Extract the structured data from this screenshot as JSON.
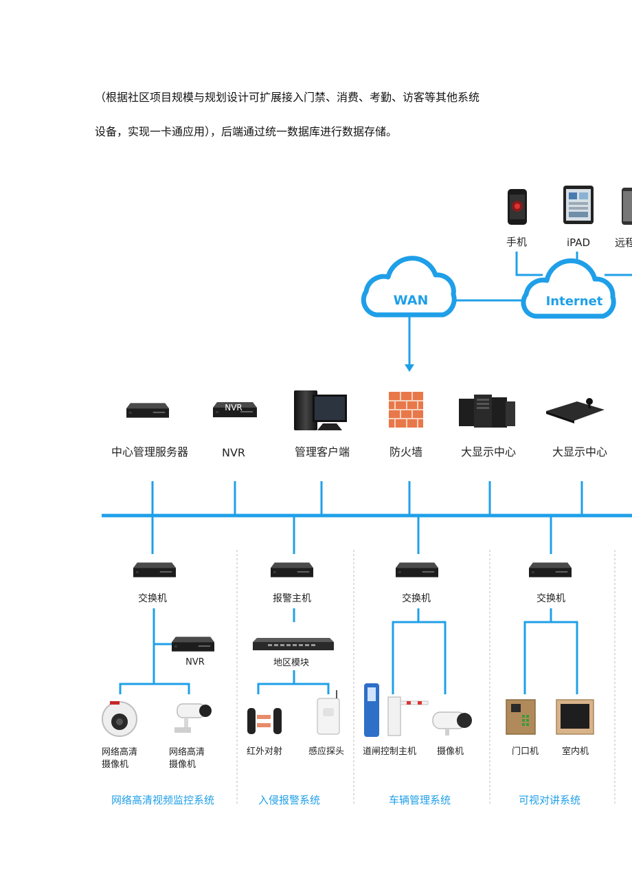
{
  "paragraph": {
    "line1": "（根据社区项目规模与规划设计可扩展接入门禁、消费、考勤、访客等其他系统",
    "line2": "设备，实现一卡通应用），后端通过统一数据库进行数据存储。"
  },
  "remote": {
    "phone": "手机",
    "ipad": "iPAD",
    "remote_partial": "远程"
  },
  "clouds": {
    "wan": "WAN",
    "internet": "Internet"
  },
  "core_devices": [
    {
      "label": "中心管理服务器"
    },
    {
      "label": "NVR",
      "badge": "NVR"
    },
    {
      "label": "管理客户端"
    },
    {
      "label": "防火墙"
    },
    {
      "label": "大显示中心"
    },
    {
      "label": "大显示中心"
    }
  ],
  "subsystems": {
    "video": {
      "switch": "交换机",
      "nvr": "NVR",
      "cam1": [
        "网络高清",
        "摄像机"
      ],
      "cam2": [
        "网络高清",
        "摄像机"
      ],
      "title": "网络高清视频监控系统"
    },
    "alarm": {
      "host": "报警主机",
      "module": "地区模块",
      "infrared": "红外对射",
      "sensor": "感应探头",
      "title": "入侵报警系统"
    },
    "vehicle": {
      "switch": "交换机",
      "gate": "道闸控制主机",
      "camera": "摄像机",
      "title": "车辆管理系统"
    },
    "intercom": {
      "switch": "交换机",
      "door": "门口机",
      "indoor": "室内机",
      "title": "可视对讲系统"
    }
  },
  "colors": {
    "line": "#1f9fe8",
    "device": "#2e2e2e",
    "system_title": "#1f9fe8"
  }
}
